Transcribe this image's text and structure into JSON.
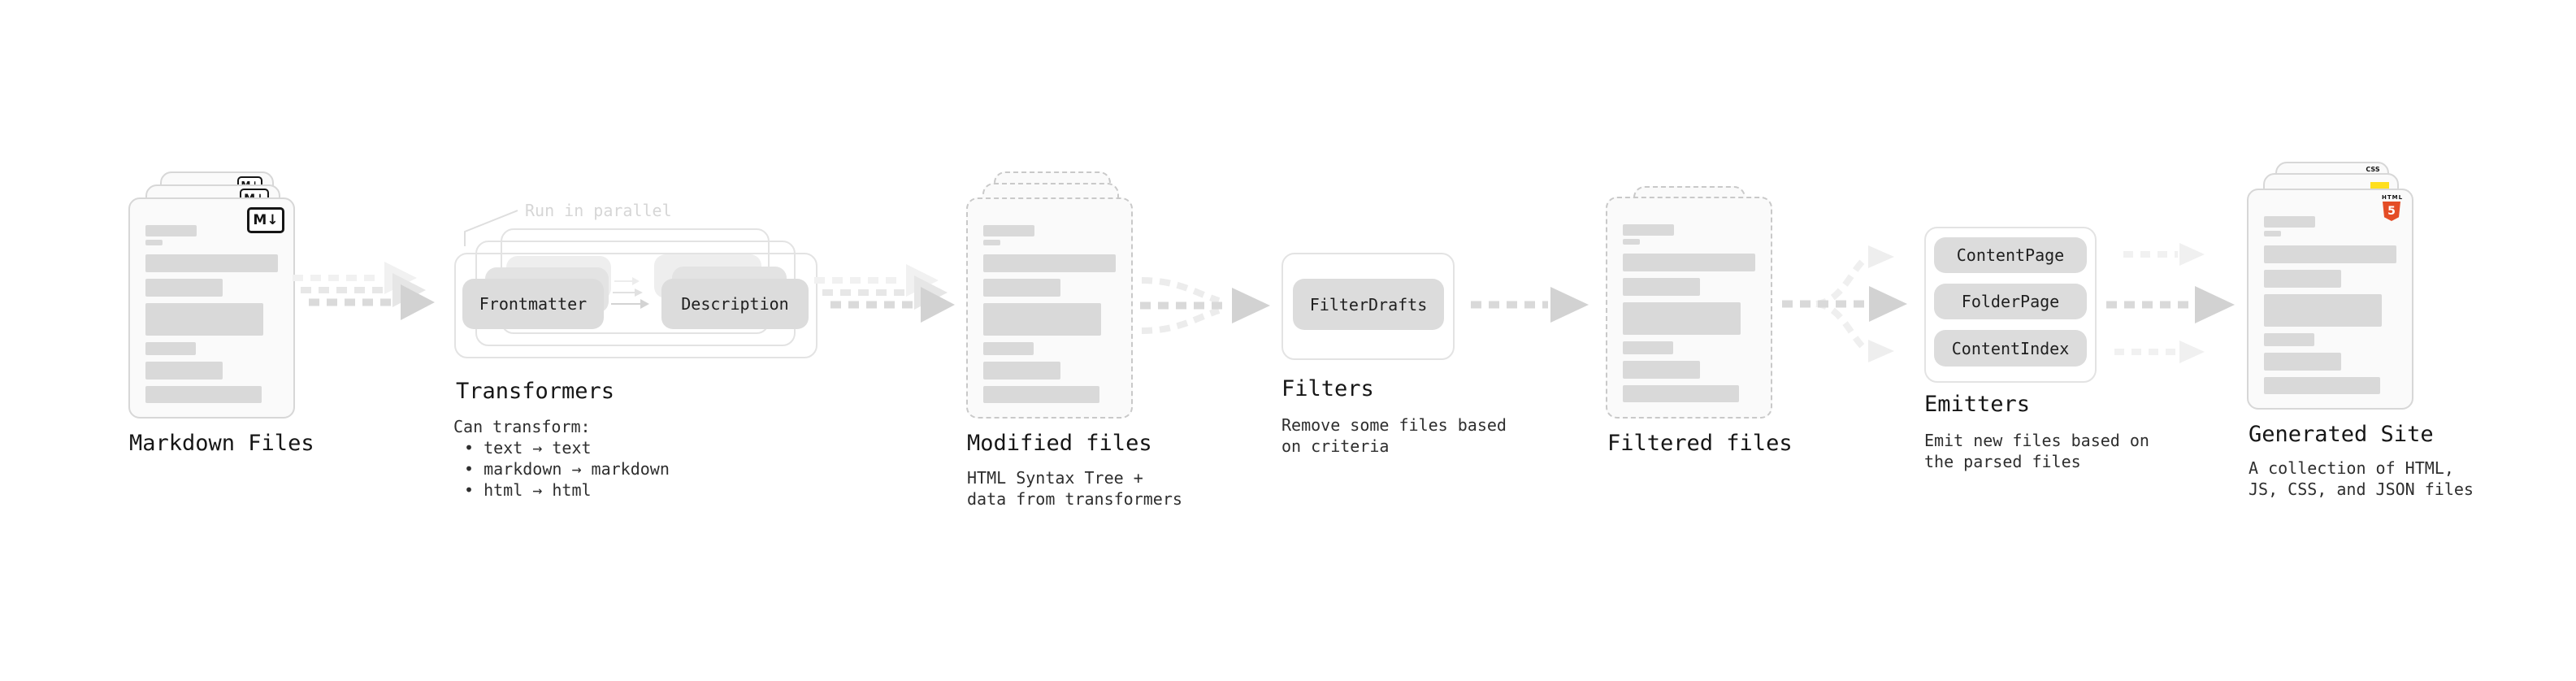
{
  "stages": {
    "markdown": {
      "title": "Markdown Files",
      "icon": "M↓"
    },
    "transformers": {
      "title": "Transformers",
      "callout": "Run in parallel",
      "frontmatter": "Frontmatter",
      "description": "Description",
      "line1": "Can transform:",
      "bullet1": "• text → text",
      "bullet2": "• markdown → markdown",
      "bullet3": "• html → html"
    },
    "modified": {
      "title": "Modified files",
      "line1": "HTML Syntax Tree +",
      "line2": "data from transformers"
    },
    "filters": {
      "title": "Filters",
      "button": "FilterDrafts",
      "line1": "Remove some files based",
      "line2": "on criteria"
    },
    "filtered": {
      "title": "Filtered files"
    },
    "emitters": {
      "title": "Emitters",
      "button1": "ContentPage",
      "button2": "FolderPage",
      "button3": "ContentIndex",
      "line1": "Emit new files based on",
      "line2": "the parsed files"
    },
    "generated": {
      "title": "Generated Site",
      "line1": "A collection of HTML,",
      "line2": "JS, CSS, and JSON files",
      "html_icon_label": "HTML",
      "html_icon_number": "5",
      "css_icon_label": "CSS"
    }
  },
  "colors": {
    "html5_orange": "#e44d26",
    "js_yellow": "#ffdf1e",
    "css_blue": "#2c65f1",
    "card_bar_gray": "#d9d9d9",
    "arrow_gray": "#d2d2d2"
  }
}
